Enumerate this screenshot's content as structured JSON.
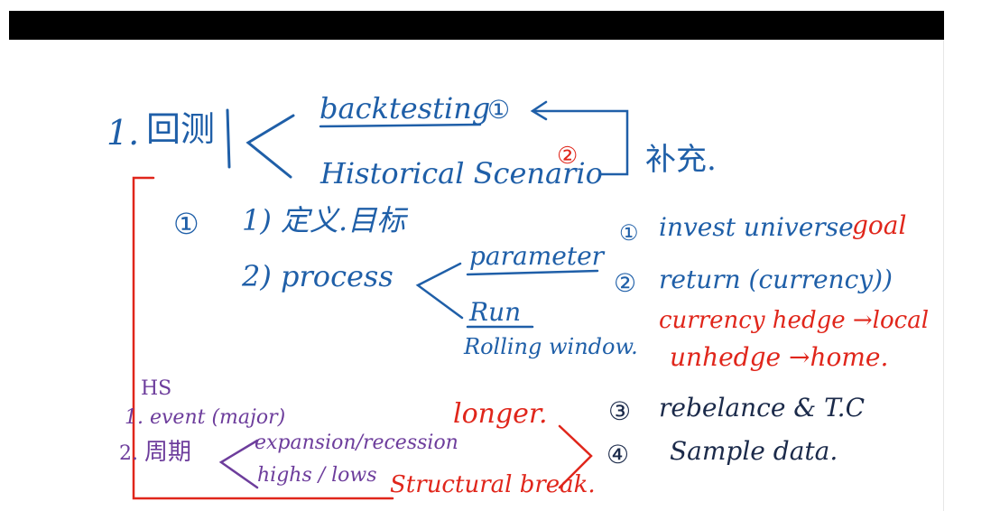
{
  "notes": {
    "item1_number": "1.",
    "item1_title": "回测",
    "backtesting": "backtesting",
    "backtesting_marker": "①",
    "historical_scenario": "Historical Scenario",
    "historical_marker": "②",
    "supplement": "补充.",
    "section1_marker": "①",
    "step1": "1) 定义.目标",
    "step2": "2) process",
    "parameter": "parameter",
    "run": "Run",
    "rolling_window": "Rolling window.",
    "list": [
      {
        "num": "①",
        "text": "invest universe"
      },
      {
        "num": "②",
        "text": "return (currency))"
      },
      {
        "num": "③",
        "text": "rebelance & T.C"
      },
      {
        "num": "④",
        "text": "Sample data."
      }
    ],
    "goal": "goal",
    "currency_hedge": "currency hedge →local",
    "unhedge": "unhedge →home.",
    "hs_label": "HS",
    "event": "1. event (major)",
    "cycle_number": "2.",
    "cycle": "周期",
    "expansion": "expansion/recession",
    "highs_lows": "highs / lows",
    "longer": "longer.",
    "structural_break": "Structural break."
  },
  "colors": {
    "blue_ink": "#1f5fa8",
    "red_ink": "#e0261b",
    "purple_ink": "#6d3d9c",
    "navy_ink": "#1b2a4a"
  }
}
